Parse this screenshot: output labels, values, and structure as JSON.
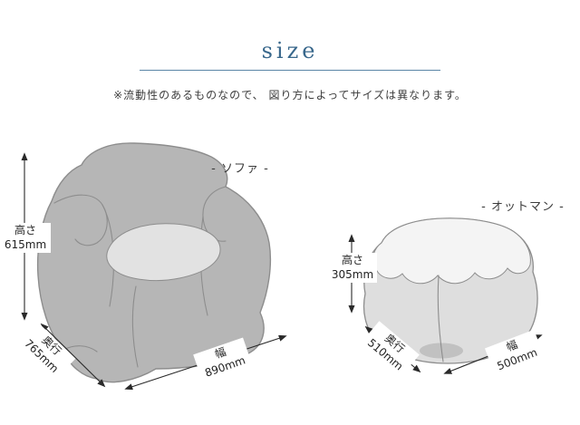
{
  "header": {
    "title": "size",
    "note": "※流動性のあるものなので、 図り方によってサイズは異なります。"
  },
  "sofa": {
    "name": "- ソファ -",
    "height": {
      "label": "高さ",
      "value": "615mm"
    },
    "depth": {
      "label": "奥行",
      "value": "765mm"
    },
    "width": {
      "label": "幅",
      "value": "890mm"
    }
  },
  "ottoman": {
    "name": "- オットマン -",
    "height": {
      "label": "高さ",
      "value": "305mm"
    },
    "depth": {
      "label": "奥行",
      "value": "510mm"
    },
    "width": {
      "label": "幅",
      "value": "500mm"
    }
  },
  "colors": {
    "title": "#38678b",
    "underline": "#5b86a6",
    "note_text": "#3c3c3c",
    "label_text": "#222222",
    "arrow": "#2a2a2a",
    "sofa_body": "#b6b6b6",
    "sofa_outline": "#8d8d8d",
    "seat_cushion": "#e2e2e2",
    "ottoman_body": "#dedede",
    "ottoman_top": "#f4f4f4",
    "ottoman_shadow": "#bcbcbc"
  }
}
